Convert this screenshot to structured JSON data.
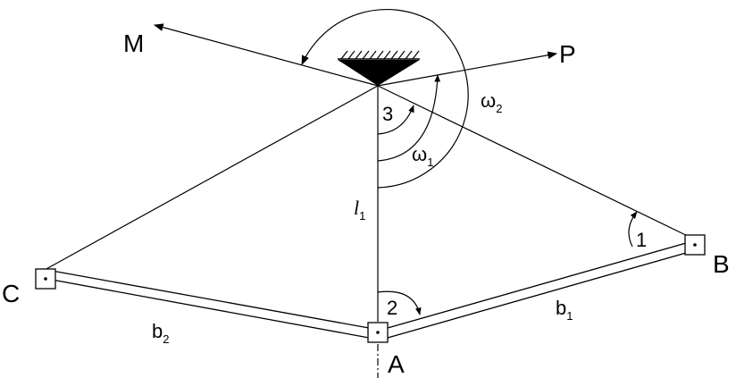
{
  "labels": {
    "point_m": "M",
    "point_p": "P",
    "point_c": "C",
    "point_b": "B",
    "point_a": "A",
    "angle_1": "1",
    "angle_2": "2",
    "angle_3": "3",
    "omega": "ω",
    "omega_1_sub": "1",
    "omega_2_sub": "2",
    "length_l": "l",
    "length_l_sub": "1",
    "length_b": "b",
    "b1_sub": "1",
    "b2_sub": "2"
  },
  "colors": {
    "stroke": "#000000",
    "background": "#ffffff"
  }
}
